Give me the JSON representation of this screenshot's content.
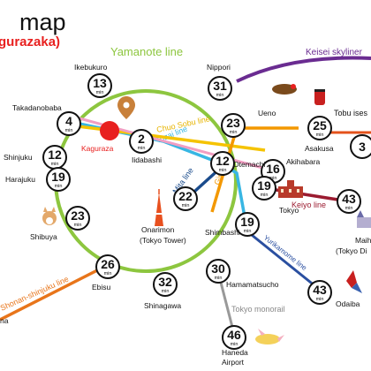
{
  "header": {
    "title": "map",
    "subtitle": "gurazaka)"
  },
  "lines": {
    "yamanote": {
      "label": "Yamanote line",
      "color": "#8dc63f"
    },
    "keisei": {
      "label": "Keisei skyliner",
      "color": "#6a2c91"
    },
    "chuo_sobu": {
      "label": "Chuo Sobu line",
      "color": "#f5c300"
    },
    "tozai": {
      "label": "Tozai line",
      "color": "#38b6e3"
    },
    "ginza": {
      "label": "Ginza line",
      "color": "#f39800"
    },
    "mita": {
      "label": "Mita line",
      "color": "#1a4b8c"
    },
    "keiyo": {
      "label": "Keiyo line",
      "color": "#9b1b30"
    },
    "yurikamome": {
      "label": "Yurikamome line",
      "color": "#2a4fa0"
    },
    "monorail": {
      "label": "Tokyo monorail",
      "color": "#999999"
    },
    "shonan": {
      "label": "Shonan-shinjuku line",
      "color": "#e8751a"
    },
    "tobu": {
      "label": "Tobu ises",
      "color": "#e4521b"
    }
  },
  "stations": {
    "ikebukuro": {
      "name": "Ikebukuro",
      "minutes": "13",
      "unit": "min"
    },
    "nippori": {
      "name": "Nippori",
      "minutes": "31",
      "unit": "min"
    },
    "takadanobaba": {
      "name": "Takadanobaba",
      "minutes": "4",
      "unit": "min"
    },
    "ueno": {
      "name": "Ueno",
      "minutes": "23",
      "unit": "min"
    },
    "asakusa": {
      "name": "Asakusa",
      "minutes": "25",
      "unit": "min"
    },
    "tobu_edge": {
      "minutes": "3"
    },
    "kagurazaka": {
      "name": "Kaguraza"
    },
    "iidabashi": {
      "name": "Iidabashi",
      "minutes": "2",
      "unit": "min"
    },
    "shinjuku": {
      "name": "Shinjuku",
      "minutes": "12",
      "unit": "min"
    },
    "akihabara": {
      "name": "Akihabara",
      "minutes": "16",
      "unit": "min"
    },
    "otemachi": {
      "name": "Otemachi",
      "minutes": "12",
      "unit": "min"
    },
    "harajuku": {
      "name": "Harajuku",
      "minutes": "19",
      "unit": "min"
    },
    "tokyo": {
      "name": "Tokyo",
      "minutes": "19",
      "unit": "min"
    },
    "onarimon": {
      "name": "Onarimon",
      "name2": "(Tokyo Tower)",
      "minutes": "22",
      "unit": "min"
    },
    "shibuya": {
      "name": "Shibuya",
      "minutes": "23",
      "unit": "min"
    },
    "shimbashi": {
      "name": "Shimbashi",
      "minutes": "19",
      "unit": "min"
    },
    "maihama": {
      "name": "Maih",
      "name2": "(Tokyo Di",
      "minutes": "43",
      "unit": "min"
    },
    "ebisu": {
      "name": "Ebisu",
      "minutes": "26",
      "unit": "min"
    },
    "shinagawa": {
      "name": "Shinagawa",
      "minutes": "32",
      "unit": "min"
    },
    "hamamatsucho": {
      "name": "Hamamatsucho",
      "minutes": "30",
      "unit": "min"
    },
    "odaiba": {
      "name": "Odaiba",
      "minutes": "43",
      "unit": "min"
    },
    "haneda": {
      "name": "Haneda",
      "name2": "Airport",
      "minutes": "46",
      "unit": "min"
    },
    "edge_left": {
      "name": "na"
    }
  }
}
